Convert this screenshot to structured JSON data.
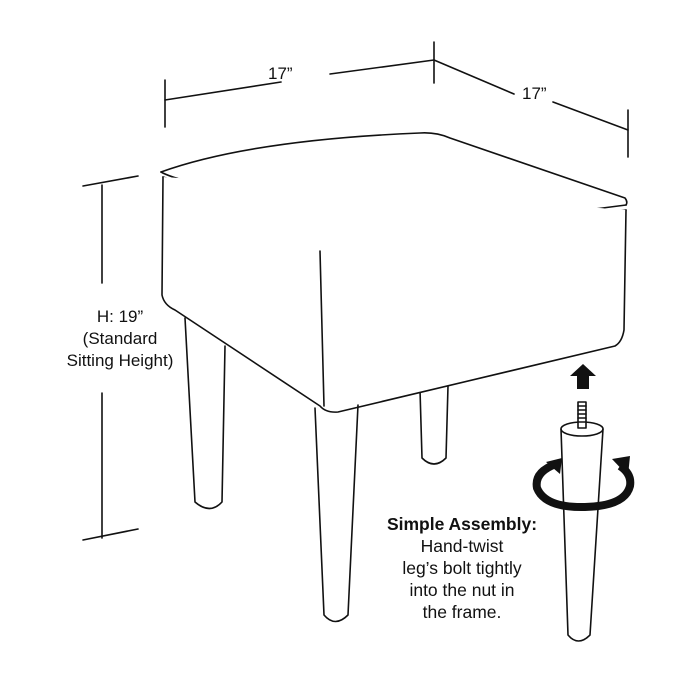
{
  "diagram": {
    "subject": "Upholstered square ottoman stool with four tapered legs",
    "line_color": "#111111",
    "background_color": "#ffffff"
  },
  "dimensions": {
    "width": "17”",
    "depth": "17”",
    "height_label": "H: 19”",
    "height_note_line1": "(Standard",
    "height_note_line2": "Sitting Height)"
  },
  "assembly": {
    "title": "Simple Assembly:",
    "lines": [
      "Hand-twist",
      "leg’s bolt tightly",
      "into the nut in",
      "the frame."
    ]
  },
  "icons": {
    "up_arrow": "up-arrow-icon",
    "rotation": "twist-rotation-icon",
    "bolt": "threaded-bolt-icon"
  }
}
